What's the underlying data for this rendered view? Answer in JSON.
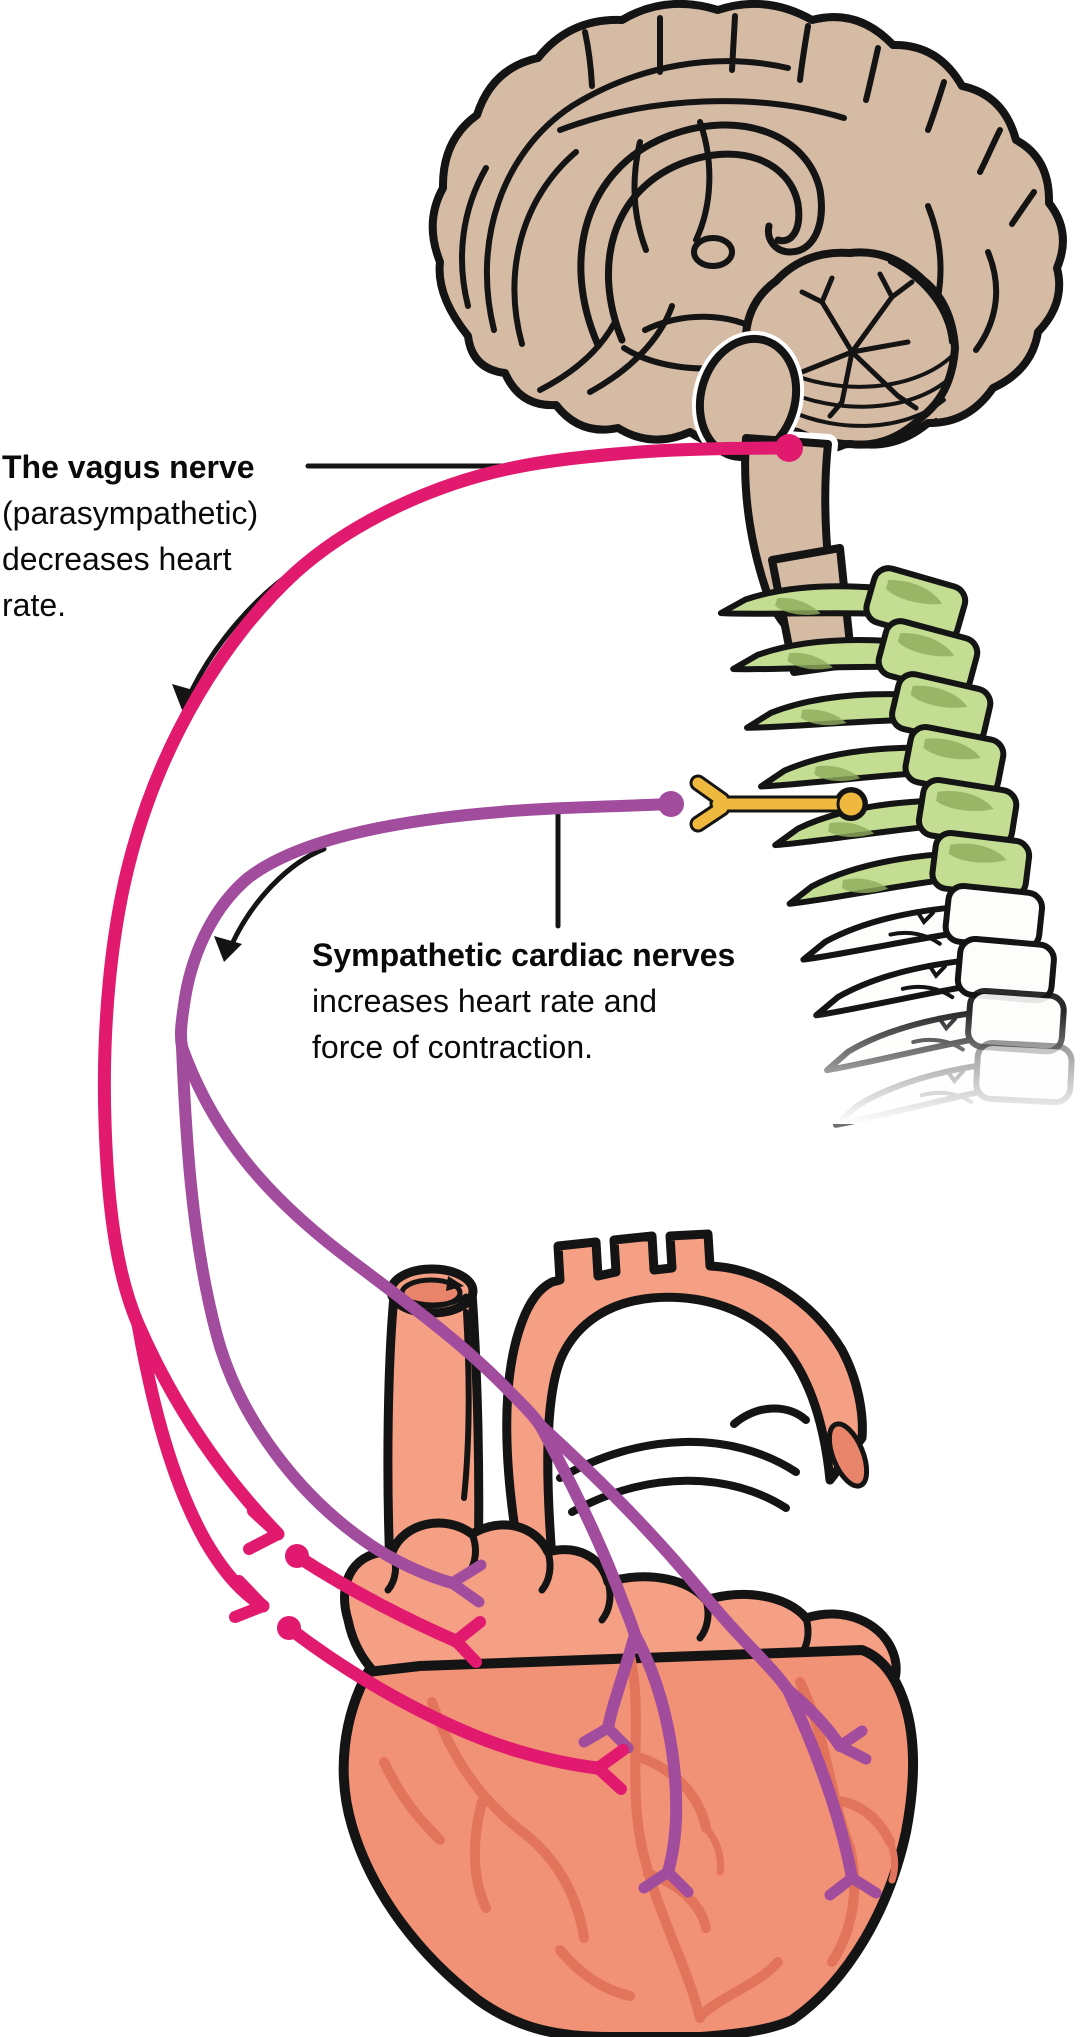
{
  "figure": {
    "background": "#FFFFFF"
  },
  "labels": {
    "vagus": {
      "line1": "The vagus nerve",
      "line2": "(parasympathetic)",
      "line3": "decreases heart",
      "line4": "rate."
    },
    "sympathetic": {
      "line1": "Sympathetic cardiac nerves",
      "line2": "increases heart rate and",
      "line3": "force of contraction."
    }
  },
  "colors": {
    "outline": "#141414",
    "text": "#0A0A0A",
    "vagus_pink": "#E21A6F",
    "sympathetic_purple": "#A14C9D",
    "spinal_nerve_yellow": "#EFB83F",
    "brain_tan": "#D5BAA4",
    "vertebra_green": "#C3DD92",
    "vertebra_green_shade": "#8FAC5C",
    "vertebra_white": "#FDFDFC",
    "heart_salmon": "#F5A084",
    "heart_salmon_deep": "#F19176",
    "heart_inner_shade": "#E8846A",
    "vessel_salmon": "#E1745A"
  }
}
